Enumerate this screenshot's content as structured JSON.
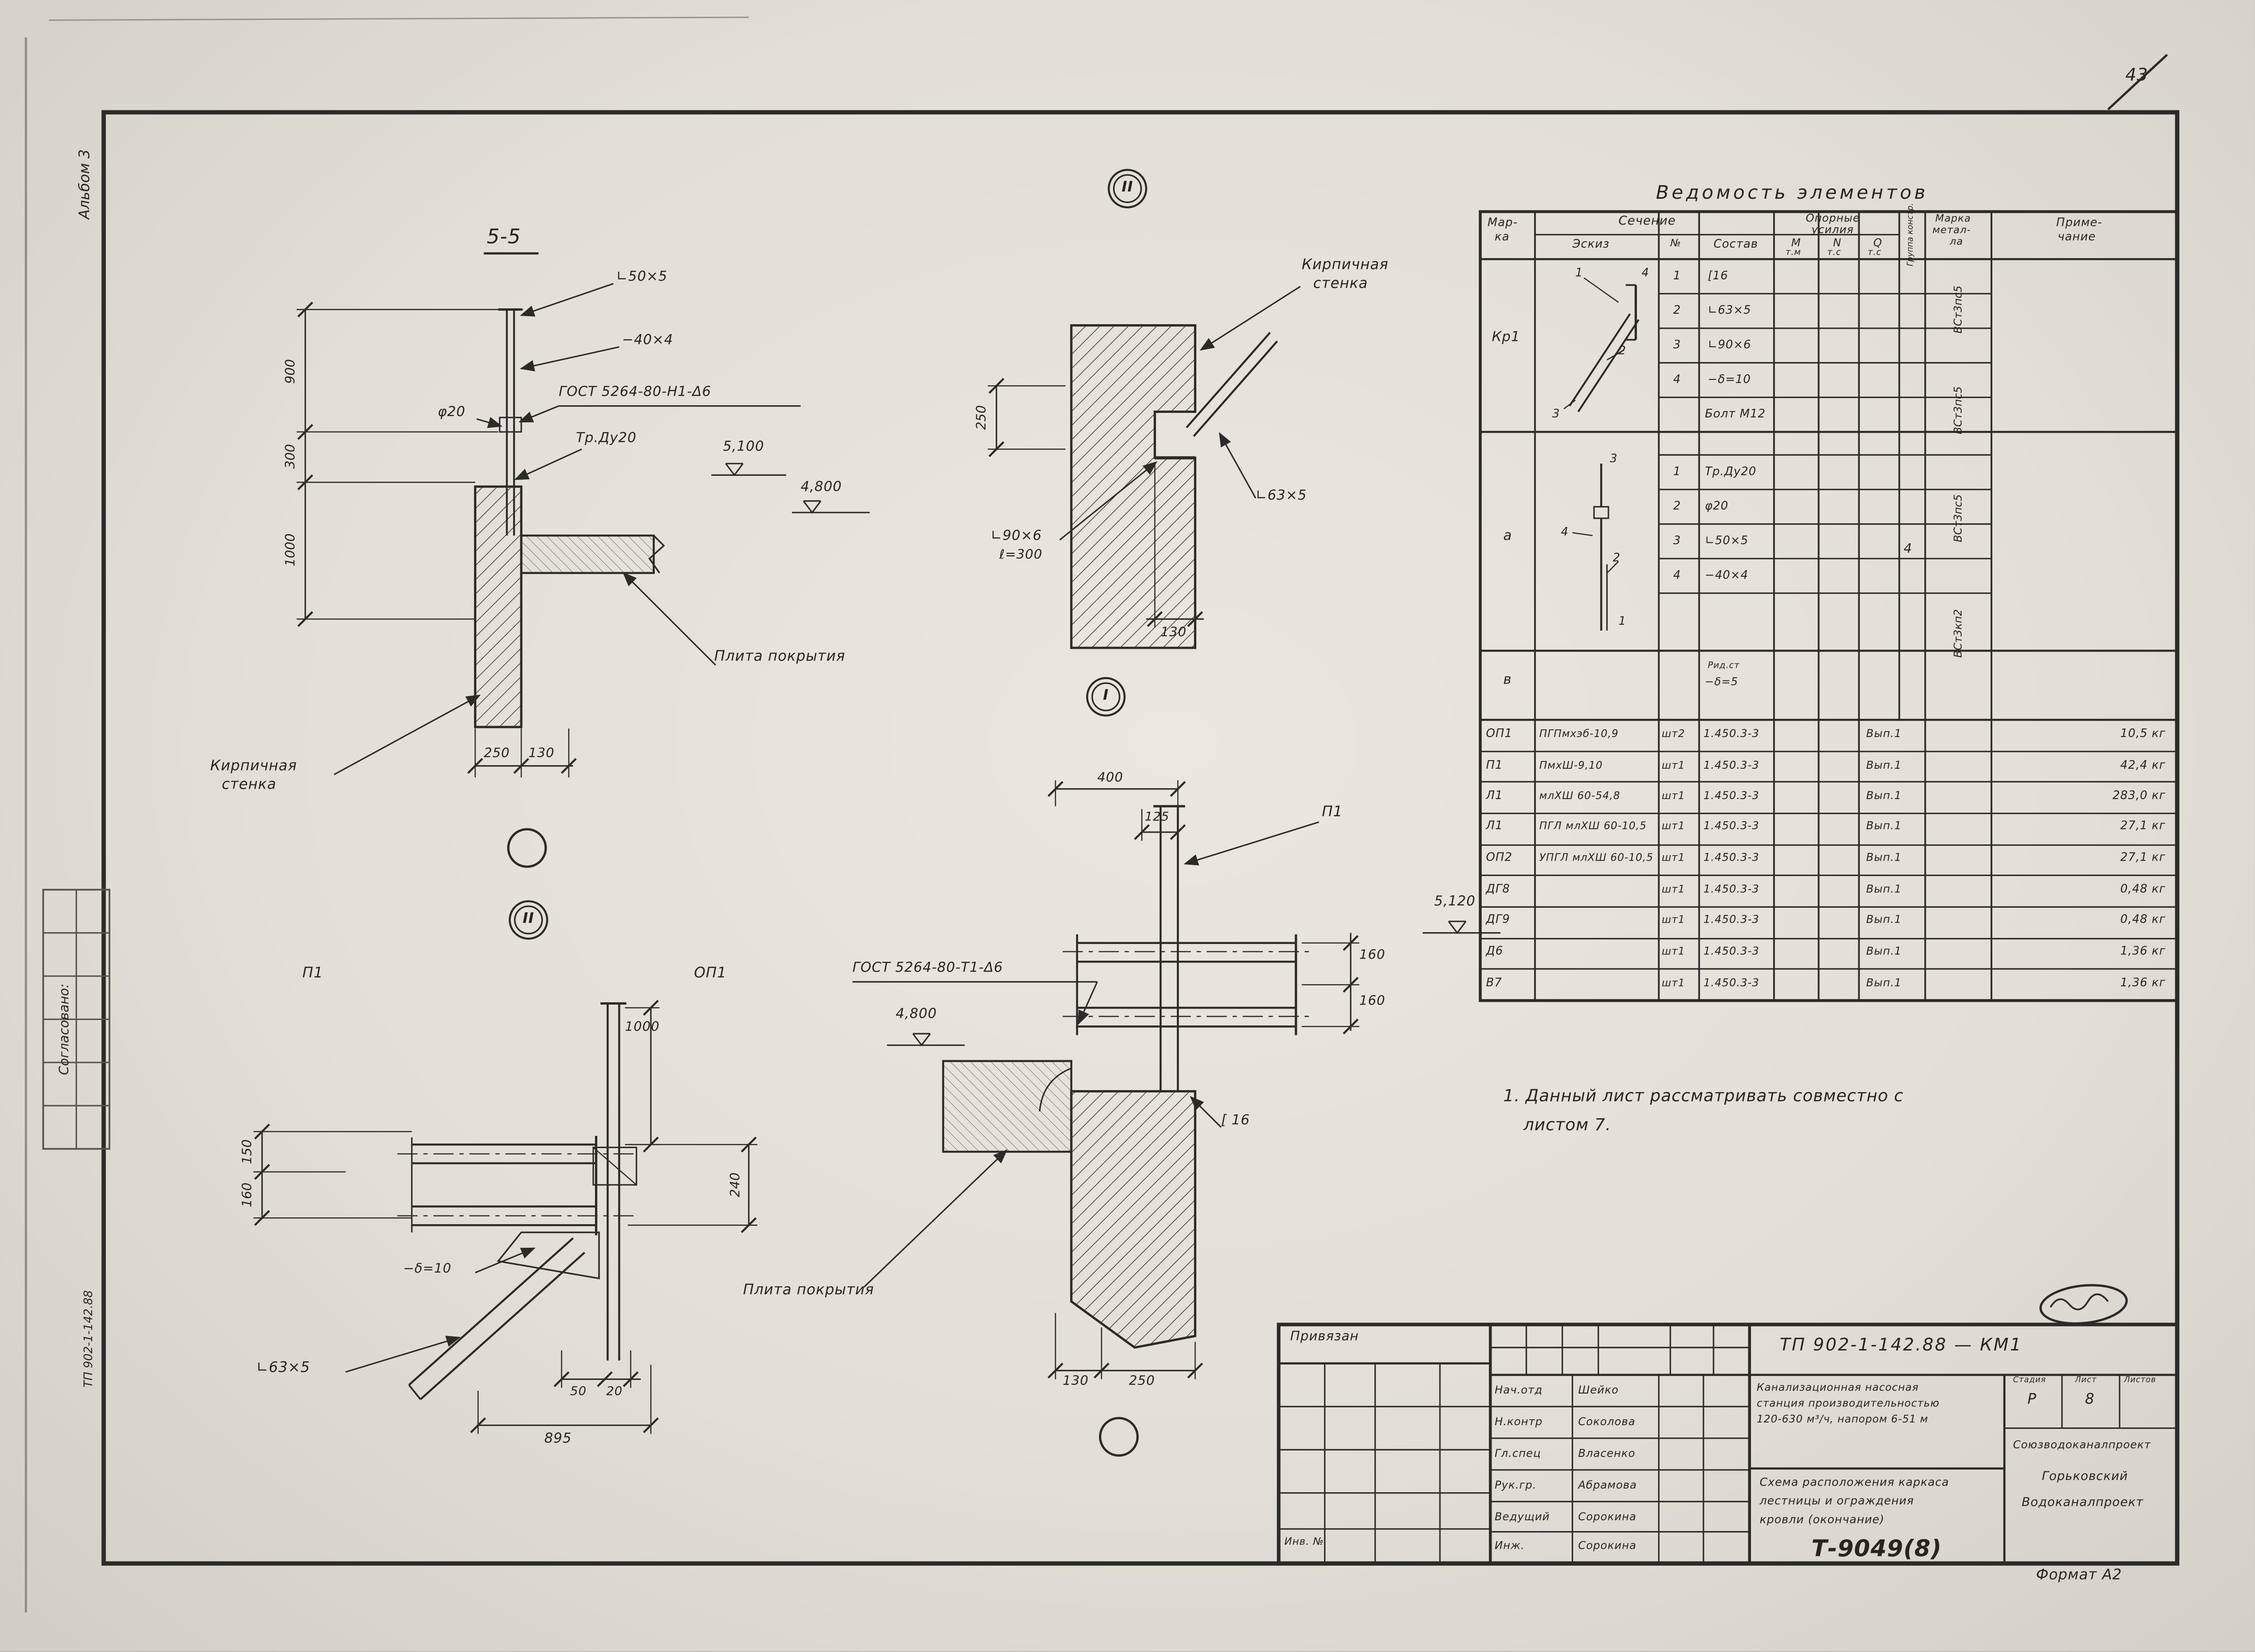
{
  "page": {
    "corner_number": "43",
    "album": "Альбом 3",
    "agreed": "Согласовано:",
    "side_doc": "ТП 902-1-142.88",
    "stamp": "Т-9049(8)",
    "format": "Формат А2"
  },
  "note": {
    "line1": "1. Данный лист рассматривать совместно с",
    "line2": "листом 7."
  },
  "s55": {
    "title": "5-5",
    "l50": "∟50×5",
    "strip": "−40×4",
    "gost": "ГОСТ 5264-80-Н1-Δ6",
    "phi": "φ20",
    "pipe": "Тр.Ду20",
    "lvl1": "5,100",
    "lvl2": "4,800",
    "slab": "Плита покрытия",
    "wall1": "Кирпичная",
    "wall2": "стенка",
    "d900": "900",
    "d300": "300",
    "d1000": "1000",
    "d250": "250",
    "d130": "130"
  },
  "n2t": {
    "bubble": "II",
    "wall1": "Кирпичная",
    "wall2": "стенка",
    "l63": "∟63×5",
    "l90": "∟90×6",
    "len": "ℓ=300",
    "d250": "250",
    "d130": "130",
    "bubbleI": "I"
  },
  "n1": {
    "d400": "400",
    "d125": "125",
    "p1": "П1",
    "gost": "ГОСТ 5264-80-Т1-Δ6",
    "lvl1": "4,800",
    "lvl2": "5,120",
    "ch": "[ 16",
    "d160a": "160",
    "d160b": "160",
    "slab": "Плита покрытия",
    "d130": "130",
    "d250": "250"
  },
  "n2b": {
    "bubble": "II",
    "p1": "П1",
    "op1": "ОП1",
    "d1000": "1000",
    "d150": "150",
    "d160": "160",
    "d240": "240",
    "delta": "−δ=10",
    "l63": "∟63×5",
    "d50": "50",
    "d20": "20",
    "d895": "895"
  },
  "table": {
    "title": "Ведомость  элементов",
    "h": {
      "marka": "Мар-",
      "marka2": "ка",
      "sech": "Сечение",
      "eskiz": "Эскиз",
      "num": "№",
      "sostav": "Состав",
      "oporn": "Опорные",
      "usil": "усилия",
      "m": "М",
      "mt": "т.м",
      "n": "N",
      "nt": "т.с",
      "q": "Q",
      "qt": "т.с",
      "gruppa": "Группа констр.",
      "metal1": "Марка",
      "metal2": "метал-",
      "metal3": "ла",
      "prim1": "Приме-",
      "prim2": "чание"
    },
    "kr1": {
      "mark": "Кр1",
      "sk": [
        "1",
        "4",
        "2",
        "3"
      ],
      "rows": [
        {
          "n": "1",
          "t": "[16"
        },
        {
          "n": "2",
          "t": "∟63×5"
        },
        {
          "n": "3",
          "t": "∟90×6"
        },
        {
          "n": "4",
          "t": "−δ=10"
        },
        {
          "n": "",
          "t": "Болт М12"
        }
      ],
      "steel1": "ВСт3пс5",
      "steel2": "ВСт3пс5"
    },
    "a": {
      "mark": "а",
      "sk": [
        "3",
        "4",
        "2",
        "1"
      ],
      "rows": [
        {
          "n": "1",
          "t": "Тр.Ду20"
        },
        {
          "n": "2",
          "t": "φ20"
        },
        {
          "n": "3",
          "t": "∟50×5"
        },
        {
          "n": "4",
          "t": "−40×4"
        }
      ],
      "group": "4",
      "steel1": "ВСт3пс5",
      "steel2": "ВСт3кп2"
    },
    "v": {
      "mark": "в",
      "note1": "Рид.ст",
      "note2": "−δ=5"
    },
    "elements": [
      {
        "mark": "ОП1",
        "name": "ПГПмхэб-10,9",
        "qty": "шт2",
        "ser": "1.450.3-3",
        "vyp": "Вып.1",
        "w": "10,5 кг"
      },
      {
        "mark": "П1",
        "name": "ПмхШ-9,10",
        "qty": "шт1",
        "ser": "1.450.3-3",
        "vyp": "Вып.1",
        "w": "42,4 кг"
      },
      {
        "mark": "Л1",
        "name": "млХШ 60-54,8",
        "qty": "шт1",
        "ser": "1.450.3-3",
        "vyp": "Вып.1",
        "w": "283,0 кг"
      },
      {
        "mark": "Л1",
        "name": "ПГЛ млХШ 60-10,5",
        "qty": "шт1",
        "ser": "1.450.3-3",
        "vyp": "Вып.1",
        "w": "27,1 кг"
      },
      {
        "mark": "ОП2",
        "name": "УПГЛ млХШ 60-10,5",
        "qty": "шт1",
        "ser": "1.450.3-3",
        "vyp": "Вып.1",
        "w": "27,1 кг"
      },
      {
        "mark": "ДГ8",
        "name": "",
        "qty": "шт1",
        "ser": "1.450.3-3",
        "vyp": "Вып.1",
        "w": "0,48 кг"
      },
      {
        "mark": "ДГ9",
        "name": "",
        "qty": "шт1",
        "ser": "1.450.3-3",
        "vyp": "Вып.1",
        "w": "0,48 кг"
      },
      {
        "mark": "Д6",
        "name": "",
        "qty": "шт1",
        "ser": "1.450.3-3",
        "vyp": "Вып.1",
        "w": "1,36 кг"
      },
      {
        "mark": "В7",
        "name": "",
        "qty": "шт1",
        "ser": "1.450.3-3",
        "vyp": "Вып.1",
        "w": "1,36 кг"
      }
    ]
  },
  "tb": {
    "doc": "ТП 902-1-142.88 — КМ1",
    "attached": "Привязан",
    "inv": "Инв. №",
    "rows": [
      {
        "role": "Нач.отд",
        "name": "Шейко"
      },
      {
        "role": "Н.контр",
        "name": "Соколова"
      },
      {
        "role": "Гл.спец",
        "name": "Власенко"
      },
      {
        "role": "Рук.гр.",
        "name": "Абрамова"
      },
      {
        "role": "Ведущий",
        "name": "Сорокина"
      },
      {
        "role": "Инж.",
        "name": "Сорокина"
      }
    ],
    "proj1": "Канализационная насосная",
    "proj2": "станция производительностью",
    "proj3": "120-630 м³/ч, напором 6-51 м",
    "title1": "Схема расположения каркаса",
    "title2": "лестницы и ограждения",
    "title3": "кровли (окончание)",
    "stage_h": "Стадия",
    "list_h": "Лист",
    "listov_h": "Листов",
    "stage": "Р",
    "list": "8",
    "org1": "Союзводоканалпроект",
    "org2": "Горьковский",
    "org3": "Водоканалпроект"
  }
}
